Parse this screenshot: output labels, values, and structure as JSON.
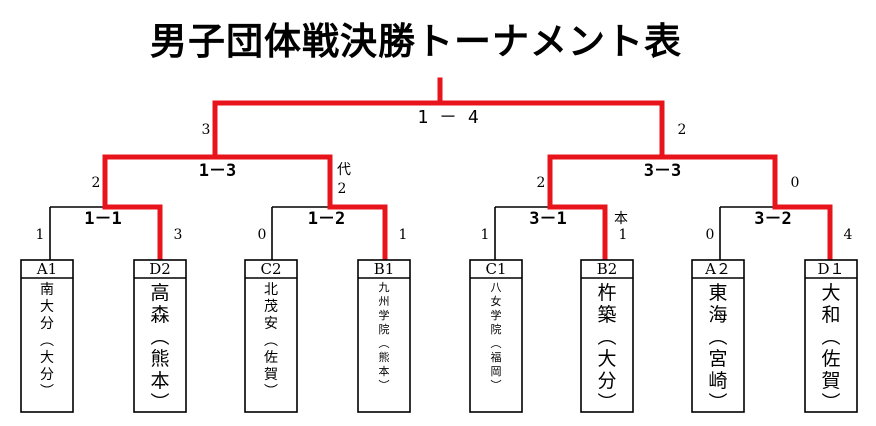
{
  "title": "男子団体戦決勝トーナメント表",
  "teams": [
    {
      "seed": "A1",
      "name": "南大分",
      "pref": "（大分）",
      "size": "mid"
    },
    {
      "seed": "D2",
      "name": "高森",
      "pref": "（熊本）",
      "size": "big"
    },
    {
      "seed": "C2",
      "name": "北茂安",
      "pref": "（佐賀）",
      "size": "mid"
    },
    {
      "seed": "B1",
      "name": "九州学院",
      "pref": "（熊本）",
      "size": "small"
    },
    {
      "seed": "C1",
      "name": "八女学院",
      "pref": "（福岡）",
      "size": "small"
    },
    {
      "seed": "B2",
      "name": "杵築",
      "pref": "（大分）",
      "size": "big"
    },
    {
      "seed": "A２",
      "name": "東海",
      "pref": "（宮崎）",
      "size": "big"
    },
    {
      "seed": "D１",
      "name": "大和",
      "pref": "（佐賀）",
      "size": "big"
    }
  ],
  "round1": [
    {
      "score": "1－1",
      "left_points": "1",
      "right_points": "3",
      "winner": "right",
      "winner_note": ""
    },
    {
      "score": "1－2",
      "left_points": "0",
      "right_points": "1",
      "winner": "right",
      "winner_note": ""
    },
    {
      "score": "3－1",
      "left_points": "1",
      "right_points": "1",
      "winner": "right",
      "winner_note": "本"
    },
    {
      "score": "3－2",
      "left_points": "0",
      "right_points": "4",
      "winner": "right",
      "winner_note": ""
    }
  ],
  "round2": [
    {
      "score": "1－3",
      "left_points": "2",
      "right_points": "2",
      "winner": "left",
      "right_note": "代"
    },
    {
      "score": "3－3",
      "left_points": "2",
      "right_points": "0",
      "winner": "left",
      "right_note": ""
    }
  ],
  "final": {
    "score": "1 － 4",
    "left_points": "3",
    "right_points": "2",
    "winner": "left"
  },
  "colors": {
    "winner_line": "#e8141c",
    "line": "#000000"
  }
}
